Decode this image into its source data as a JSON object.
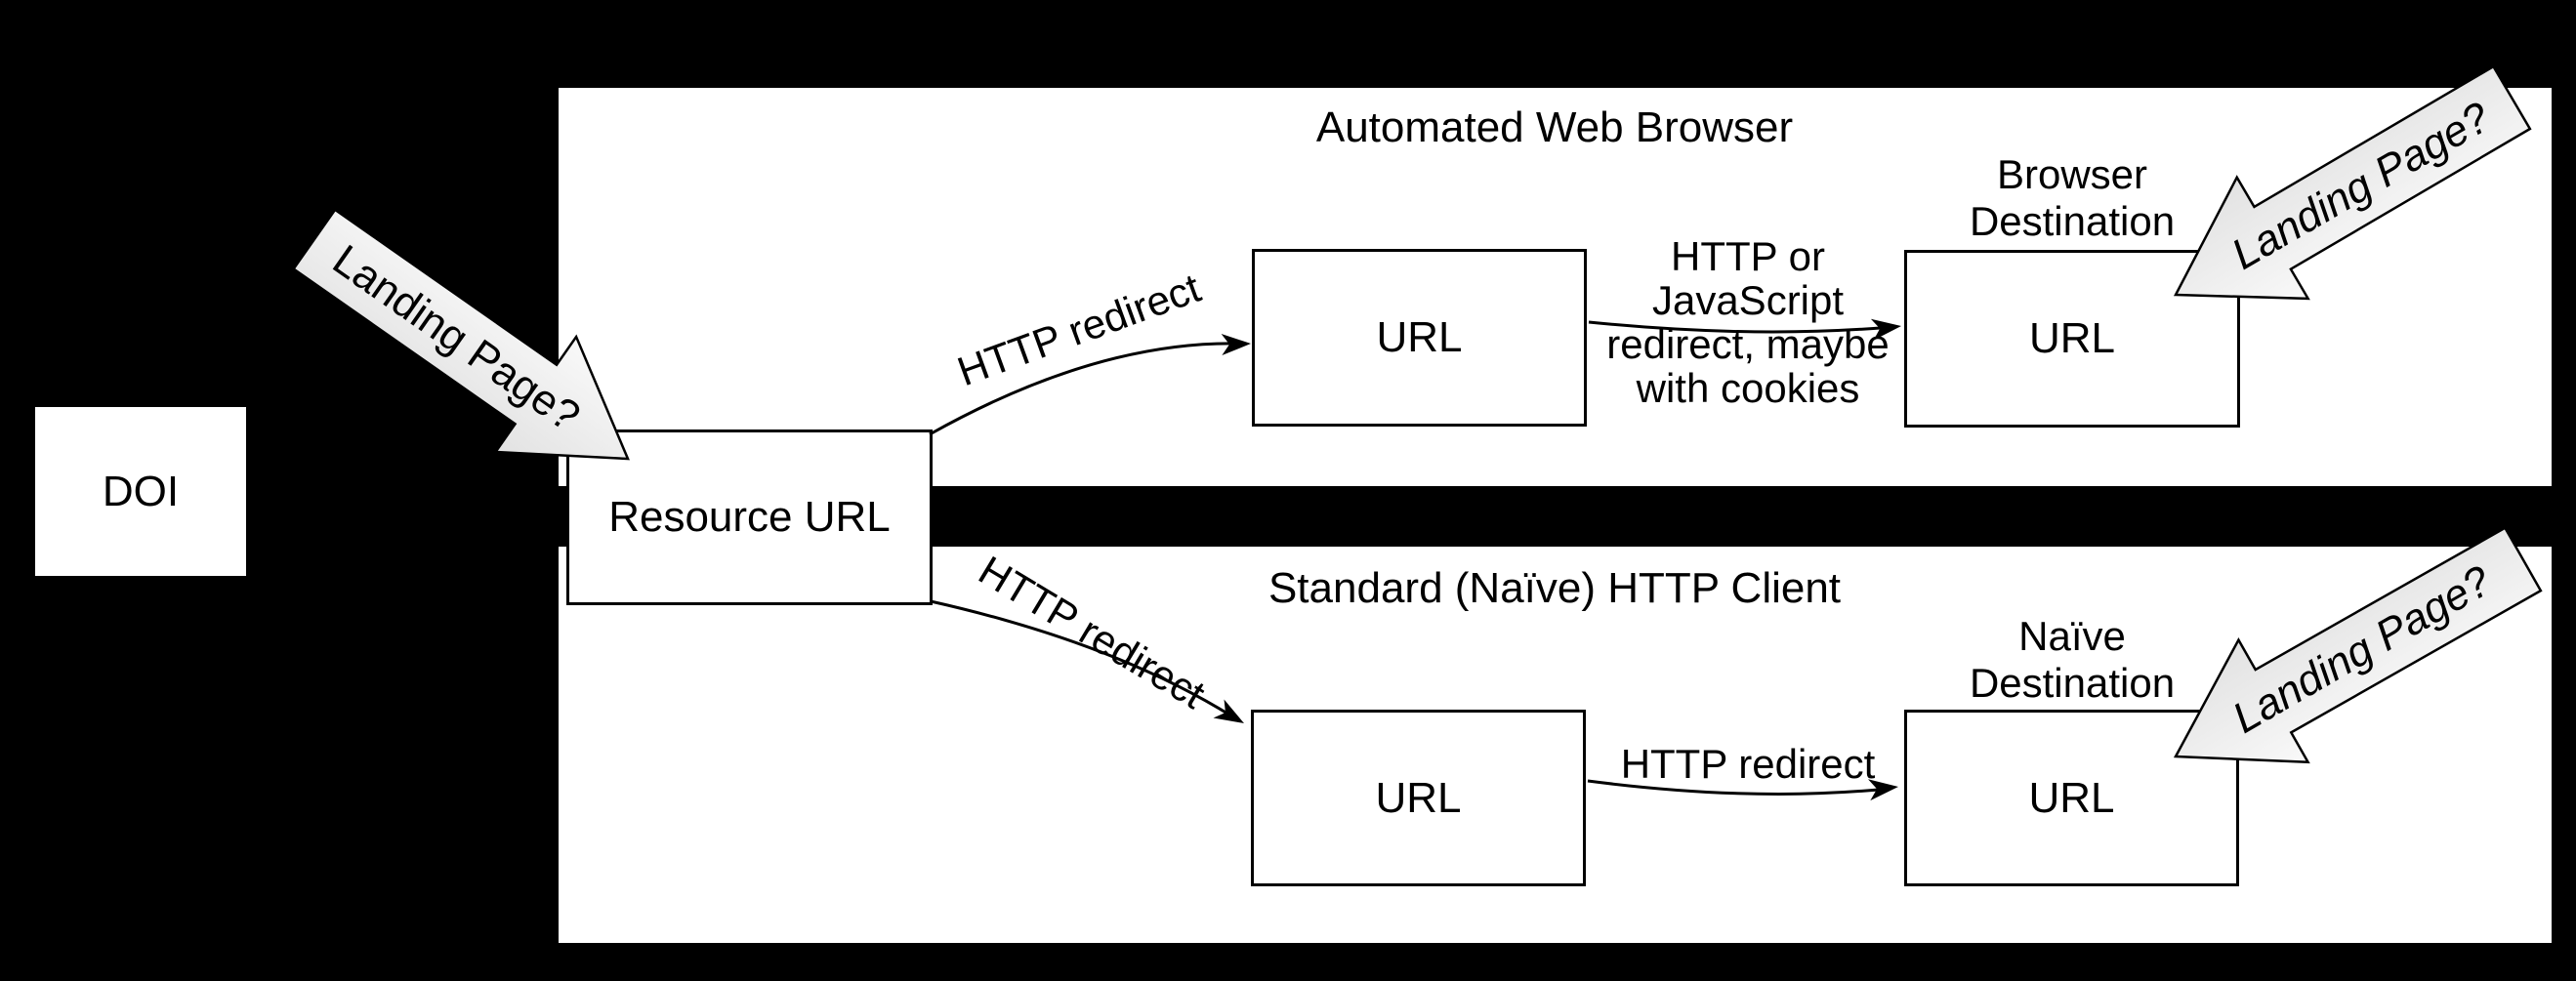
{
  "colors": {
    "background": "#000000",
    "panel_fill": "#ffffff",
    "box_fill": "#ffffff",
    "line_stroke": "#000000",
    "landing_arrow_light": "#f8f8f8",
    "landing_arrow_dark": "#e2e2e2"
  },
  "panels": {
    "browser": {
      "title": "Automated Web Browser"
    },
    "naive": {
      "title": "Standard (Naïve) HTTP Client"
    }
  },
  "nodes": {
    "doi": {
      "label": "DOI"
    },
    "resource": {
      "label": "Resource URL"
    },
    "browser_hop": {
      "label": "URL"
    },
    "browser_destination": {
      "label": "URL",
      "caption": [
        "Browser",
        "Destination"
      ]
    },
    "naive_hop": {
      "label": "URL"
    },
    "naive_destination": {
      "label": "URL",
      "caption": [
        "Naïve",
        "Destination"
      ]
    }
  },
  "edges": {
    "browser_first": {
      "label": "HTTP redirect"
    },
    "browser_second": {
      "lines": [
        "HTTP or",
        "JavaScript",
        "redirect, maybe",
        "with cookies"
      ]
    },
    "naive_first": {
      "label": "HTTP redirect"
    },
    "naive_second": {
      "label": "HTTP redirect"
    }
  },
  "landing": {
    "left": {
      "label": "Landing Page?"
    },
    "top_right": {
      "label": "Landing Page?"
    },
    "bottom_right": {
      "label": "Landing Page?"
    }
  }
}
